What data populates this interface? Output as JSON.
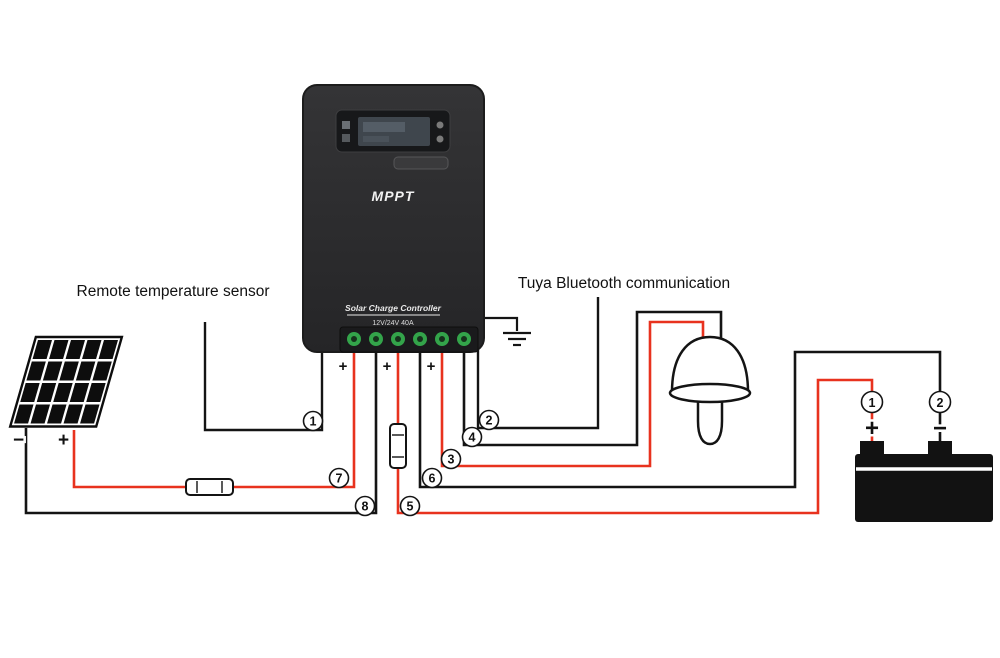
{
  "labels": {
    "remote_temp_sensor": "Remote temperature sensor",
    "tuya_bluetooth": "Tuya Bluetooth communication"
  },
  "controller": {
    "display_brand": "MPPT",
    "product_name": "Solar Charge Controller",
    "rating": "12V/24V 40A",
    "terminal_polarity_signs": [
      "+",
      "+",
      "+"
    ]
  },
  "wire_markers": {
    "temp_sensor": "1",
    "bluetooth": "2",
    "load_positive": "3",
    "load_negative": "4",
    "battery_positive": "5",
    "battery_negative": "6",
    "pv_positive": "7",
    "pv_negative": "8"
  },
  "battery": {
    "positive_marker": "1",
    "negative_marker": "2",
    "positive_sign": "+",
    "negative_sign": "−"
  },
  "solar_panel": {
    "negative_sign": "−",
    "positive_sign": "+"
  },
  "colors": {
    "wire_black": "#141414",
    "wire_red": "#e8321e",
    "terminal_green": "#33a44a",
    "controller_body": "#2d2d2f",
    "battery_black": "#121212"
  }
}
